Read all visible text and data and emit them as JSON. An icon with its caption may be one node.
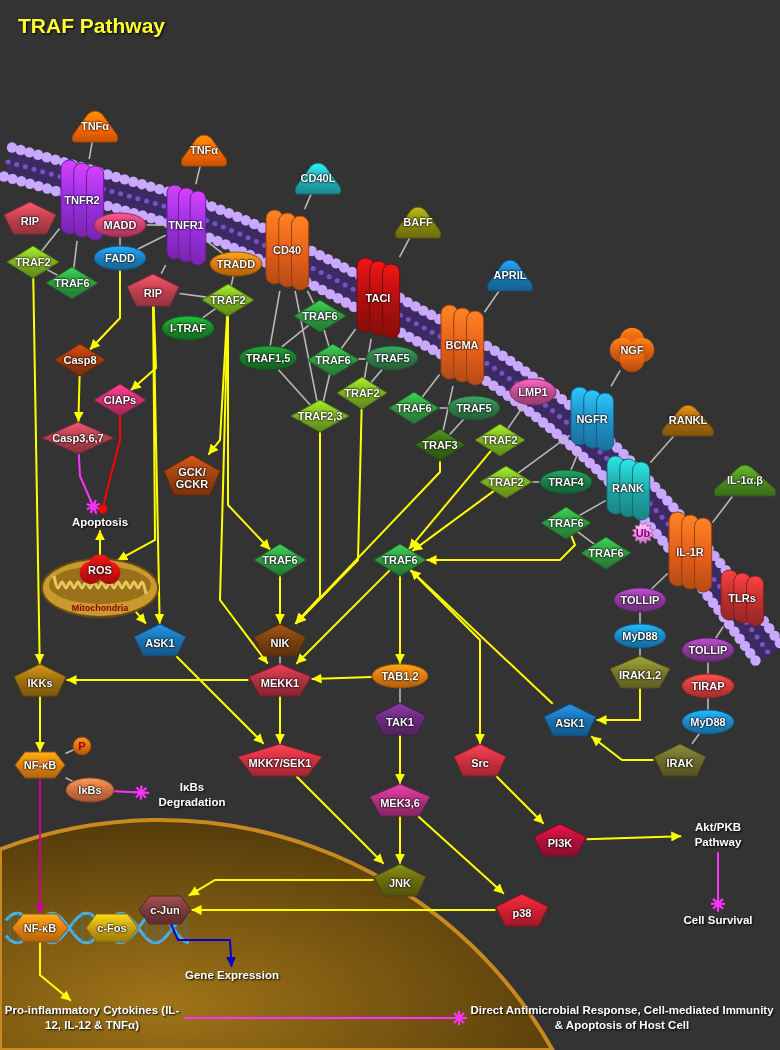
{
  "diagram": {
    "title": "TRAF Pathway",
    "nodes": [
      {
        "text": [
          "TNFα"
        ]
      },
      {
        "text": [
          "TNFα"
        ]
      },
      {
        "text": [
          "TNFR2"
        ]
      },
      {
        "text": [
          "TNFR1"
        ]
      },
      {
        "text": [
          "RIP"
        ]
      },
      {
        "text": [
          "TRAF2"
        ]
      },
      {
        "text": [
          "TRAF6"
        ]
      },
      {
        "text": [
          "MADD"
        ]
      },
      {
        "text": [
          "FADD"
        ]
      },
      {
        "text": [
          "RIP"
        ]
      },
      {
        "text": [
          "TRADD"
        ]
      },
      {
        "text": [
          "TRAF2"
        ]
      },
      {
        "text": [
          "I-TRAF"
        ]
      },
      {
        "text": [
          "CD40L"
        ]
      },
      {
        "text": [
          "CD40"
        ]
      },
      {
        "text": [
          "BAFF"
        ]
      },
      {
        "text": [
          "TACI"
        ]
      },
      {
        "text": [
          "APRIL"
        ]
      },
      {
        "text": [
          "BCMA"
        ]
      },
      {
        "text": [
          "TRAF6"
        ]
      },
      {
        "text": [
          "TRAF1,5"
        ]
      },
      {
        "text": [
          "TRAF6"
        ]
      },
      {
        "text": [
          "TRAF5"
        ]
      },
      {
        "text": [
          "TRAF2,3"
        ]
      },
      {
        "text": [
          "TRAF2"
        ]
      },
      {
        "text": [
          "TRAF6"
        ]
      },
      {
        "text": [
          "TRAF5"
        ]
      },
      {
        "text": [
          "TRAF3"
        ]
      },
      {
        "text": [
          "TRAF2"
        ]
      },
      {
        "text": [
          "LMP1"
        ]
      },
      {
        "text": [
          "NGF"
        ]
      },
      {
        "text": [
          "NGFR"
        ]
      },
      {
        "text": [
          "RANKL"
        ]
      },
      {
        "text": [
          "RANK"
        ]
      },
      {
        "text": [
          "TRAF2"
        ]
      },
      {
        "text": [
          "TRAF4"
        ]
      },
      {
        "text": [
          "TRAF6"
        ]
      },
      {
        "text": [
          "TRAF6"
        ]
      },
      {
        "text": [
          "Ub"
        ]
      },
      {
        "text": [
          "IL-1α.β"
        ]
      },
      {
        "text": [
          "IL-1R"
        ]
      },
      {
        "text": [
          "TLRs"
        ]
      },
      {
        "text": [
          "TOLLIP"
        ]
      },
      {
        "text": [
          "MyD88"
        ]
      },
      {
        "text": [
          "IRAK1,2"
        ]
      },
      {
        "text": [
          "TOLLIP"
        ]
      },
      {
        "text": [
          "TIRAP"
        ]
      },
      {
        "text": [
          "MyD88"
        ]
      },
      {
        "text": [
          "IRAK"
        ]
      },
      {
        "text": [
          "Casp8"
        ]
      },
      {
        "text": [
          "CIAPs"
        ]
      },
      {
        "text": [
          "Casp3,6,7"
        ]
      },
      {
        "text": [
          "Apoptosis"
        ]
      },
      {
        "text": [
          "GCK/ GCKR"
        ]
      },
      {
        "text": [
          "Mitochondria"
        ]
      },
      {
        "text": [
          "ROS"
        ],
        "in": 54
      },
      {
        "text": [
          "TRAF6"
        ]
      },
      {
        "text": [
          "TRAF6"
        ]
      },
      {
        "text": [
          "ASK1"
        ]
      },
      {
        "text": [
          "NIK"
        ]
      },
      {
        "text": [
          "IKKs"
        ]
      },
      {
        "text": [
          "MEKK1"
        ]
      },
      {
        "text": [
          "TAB1,2"
        ]
      },
      {
        "text": [
          "TAK1"
        ]
      },
      {
        "text": [
          "ASK1"
        ]
      },
      {
        "text": [
          "NF-κB"
        ]
      },
      {
        "text": [
          "P"
        ]
      },
      {
        "text": [
          "IκBs"
        ]
      },
      {
        "text": [
          "IκBs Degradation"
        ]
      },
      {
        "text": [
          "MKK7/SEK1"
        ]
      },
      {
        "text": [
          "Src"
        ]
      },
      {
        "text": [
          "MEK3,6"
        ]
      },
      {
        "text": [
          "PI3K"
        ]
      },
      {
        "text": [
          "Akt/PKB Pathway"
        ]
      },
      {
        "text": [
          "JNK"
        ]
      },
      {
        "text": [
          "p38"
        ]
      },
      {
        "text": [
          "Cell Survival"
        ]
      },
      {
        "text": [
          "c-Jun"
        ]
      },
      {
        "text": [
          "NF-κB"
        ]
      },
      {
        "text": [
          "c-Fos"
        ]
      },
      {
        "text": [
          "Gene Expression"
        ]
      },
      {
        "text": [
          "Pro-inflammatory Cytokines (IL-12, IL-12 & TNFα)"
        ]
      },
      {
        "text": [
          "Direct Antimicrobial Response, Cell-mediated Immunity & Apoptosis of Host Cell"
        ]
      }
    ],
    "edges": [
      {
        "from": 0,
        "to": 2,
        "arrow": "none"
      },
      {
        "from": 1,
        "to": 3,
        "arrow": "none"
      },
      {
        "from": 2,
        "to": 5,
        "arrow": "none"
      },
      {
        "from": 2,
        "to": 6,
        "arrow": "none"
      },
      {
        "from": 5,
        "to": 6,
        "arrow": "none"
      },
      {
        "from": 7,
        "to": 3,
        "arrow": "none"
      },
      {
        "from": 7,
        "to": 8,
        "arrow": "none"
      },
      {
        "from": 8,
        "to": 3,
        "arrow": "none"
      },
      {
        "from": 3,
        "to": 9,
        "arrow": "none"
      },
      {
        "from": 3,
        "to": 10,
        "arrow": "none"
      },
      {
        "from": 9,
        "to": 11,
        "arrow": "none"
      },
      {
        "from": 10,
        "to": 11,
        "arrow": "none"
      },
      {
        "from": 11,
        "to": 12,
        "arrow": "none"
      },
      {
        "from": 13,
        "to": 14,
        "arrow": "none"
      },
      {
        "from": 14,
        "to": 19,
        "arrow": "none"
      },
      {
        "from": 14,
        "to": 20,
        "arrow": "none"
      },
      {
        "from": 14,
        "to": 23,
        "arrow": "none"
      },
      {
        "from": 19,
        "to": 20,
        "arrow": "none"
      },
      {
        "from": 19,
        "to": 21,
        "arrow": "none"
      },
      {
        "from": 15,
        "to": 16,
        "arrow": "none"
      },
      {
        "from": 16,
        "to": 21,
        "arrow": "none"
      },
      {
        "from": 16,
        "to": 24,
        "arrow": "none"
      },
      {
        "from": 21,
        "to": 22,
        "arrow": "none"
      },
      {
        "from": 21,
        "to": 23,
        "arrow": "none"
      },
      {
        "from": 20,
        "to": 23,
        "arrow": "none"
      },
      {
        "from": 22,
        "to": 24,
        "arrow": "none"
      },
      {
        "from": 17,
        "to": 18,
        "arrow": "none"
      },
      {
        "from": 18,
        "to": 25,
        "arrow": "none"
      },
      {
        "from": 18,
        "to": 27,
        "arrow": "none"
      },
      {
        "from": 25,
        "to": 26,
        "arrow": "none"
      },
      {
        "from": 26,
        "to": 27,
        "arrow": "none"
      },
      {
        "from": 29,
        "to": 28,
        "arrow": "none"
      },
      {
        "from": 30,
        "to": 31,
        "arrow": "none"
      },
      {
        "from": 31,
        "to": 34,
        "arrow": "none"
      },
      {
        "from": 31,
        "to": 35,
        "arrow": "none"
      },
      {
        "from": 34,
        "to": 35,
        "arrow": "none"
      },
      {
        "from": 32,
        "to": 33,
        "arrow": "none"
      },
      {
        "from": 33,
        "to": 36,
        "arrow": "none"
      },
      {
        "from": 36,
        "to": 37,
        "arrow": "none"
      },
      {
        "from": 39,
        "to": 40,
        "arrow": "none"
      },
      {
        "from": 40,
        "to": 42,
        "arrow": "none"
      },
      {
        "from": 42,
        "to": 43,
        "arrow": "none"
      },
      {
        "from": 43,
        "to": 44,
        "arrow": "none"
      },
      {
        "from": 41,
        "to": 45,
        "arrow": "none"
      },
      {
        "from": 45,
        "to": 46,
        "arrow": "none"
      },
      {
        "from": 46,
        "to": 47,
        "arrow": "none"
      },
      {
        "from": 47,
        "to": 48,
        "arrow": "none"
      },
      {
        "from": 65,
        "to": 66,
        "arrow": "none"
      },
      {
        "from": 65,
        "to": 67,
        "arrow": "none"
      },
      {
        "from": 59,
        "to": 61,
        "arrow": "none"
      },
      {
        "from": 62,
        "to": 63,
        "arrow": "none"
      },
      {
        "from": 5,
        "to": 60,
        "arrow": "to",
        "color": "#ffff00"
      },
      {
        "from": 8,
        "to": 49,
        "arrow": "to",
        "color": "#ffff00"
      },
      {
        "from": 49,
        "to": 51,
        "arrow": "to",
        "color": "#ffff00"
      },
      {
        "from": 9,
        "to": 50,
        "arrow": "to",
        "color": "#ffff00"
      },
      {
        "from": 9,
        "to": 55,
        "arrow": "to",
        "color": "#ffff00"
      },
      {
        "from": 9,
        "to": 58,
        "arrow": "to",
        "color": "#ffff00"
      },
      {
        "from": 11,
        "to": 53,
        "arrow": "to",
        "color": "#ffff00"
      },
      {
        "from": 11,
        "to": 56,
        "arrow": "to",
        "color": "#ffff00"
      },
      {
        "from": 11,
        "to": 61,
        "arrow": "to",
        "color": "#ffff00"
      },
      {
        "from": 56,
        "to": 59,
        "arrow": "to",
        "color": "#ffff00"
      },
      {
        "from": 23,
        "to": 59,
        "arrow": "to",
        "color": "#ffff00"
      },
      {
        "from": 24,
        "to": 59,
        "arrow": "to",
        "color": "#ffff00"
      },
      {
        "from": 27,
        "to": 59,
        "arrow": "to",
        "color": "#ffff00"
      },
      {
        "from": 28,
        "to": 57,
        "arrow": "to",
        "color": "#ffff00"
      },
      {
        "from": 34,
        "to": 57,
        "arrow": "to",
        "color": "#ffff00"
      },
      {
        "from": 36,
        "to": 57,
        "arrow": "to",
        "color": "#ffff00"
      },
      {
        "from": 57,
        "to": 62,
        "arrow": "to",
        "color": "#ffff00"
      },
      {
        "from": 57,
        "to": 70,
        "arrow": "to",
        "color": "#ffff00"
      },
      {
        "from": 64,
        "to": 57,
        "arrow": "to",
        "color": "#ffff00"
      },
      {
        "from": 57,
        "to": 61,
        "arrow": "to",
        "color": "#ffff00"
      },
      {
        "from": 44,
        "to": 64,
        "arrow": "to",
        "color": "#ffff00"
      },
      {
        "from": 48,
        "to": 64,
        "arrow": "to",
        "color": "#ffff00"
      },
      {
        "from": 62,
        "to": 61,
        "arrow": "to",
        "color": "#ffff00"
      },
      {
        "from": 61,
        "to": 60,
        "arrow": "to",
        "color": "#ffff00"
      },
      {
        "from": 61,
        "to": 69,
        "arrow": "to",
        "color": "#ffff00"
      },
      {
        "from": 58,
        "to": 69,
        "arrow": "to",
        "color": "#ffff00"
      },
      {
        "from": 55,
        "to": 52,
        "arrow": "to",
        "color": "#ffff00"
      },
      {
        "from": 55,
        "to": 58,
        "arrow": "to",
        "color": "#ffff00"
      },
      {
        "from": 60,
        "to": 65,
        "arrow": "to",
        "color": "#ffff00"
      },
      {
        "from": 63,
        "to": 71,
        "arrow": "to",
        "color": "#ffff00"
      },
      {
        "from": 71,
        "to": 74,
        "arrow": "to",
        "color": "#ffff00"
      },
      {
        "from": 71,
        "to": 75,
        "arrow": "to",
        "color": "#ffff00"
      },
      {
        "from": 69,
        "to": 74,
        "arrow": "to",
        "color": "#ffff00"
      },
      {
        "from": 70,
        "to": 72,
        "arrow": "to",
        "color": "#ffff00"
      },
      {
        "from": 74,
        "to": 77,
        "arrow": "to",
        "color": "#ffff00"
      },
      {
        "from": 75,
        "to": 77,
        "arrow": "to",
        "color": "#ffff00"
      },
      {
        "from": 72,
        "to": 73,
        "arrow": "to",
        "color": "#ffff00"
      },
      {
        "from": 78,
        "to": 81,
        "arrow": "to",
        "color": "#ffff00"
      },
      {
        "from": 51,
        "to": 52,
        "arrow": "other",
        "color": "#ff33ff"
      },
      {
        "from": 50,
        "to": 52,
        "arrow": "other",
        "color": "#ff0000"
      },
      {
        "from": 67,
        "to": 68,
        "arrow": "other",
        "color": "#ff33ff"
      },
      {
        "from": 73,
        "to": 76,
        "arrow": "other",
        "color": "#ff33ff"
      },
      {
        "from": 81,
        "to": 82,
        "arrow": "other",
        "color": "#ff33ff"
      },
      {
        "from": 65,
        "to": 78,
        "arrow": "to",
        "color": "#cc0099"
      },
      {
        "from": 77,
        "to": 80,
        "arrow": "to",
        "color": "#0000cc"
      }
    ]
  }
}
